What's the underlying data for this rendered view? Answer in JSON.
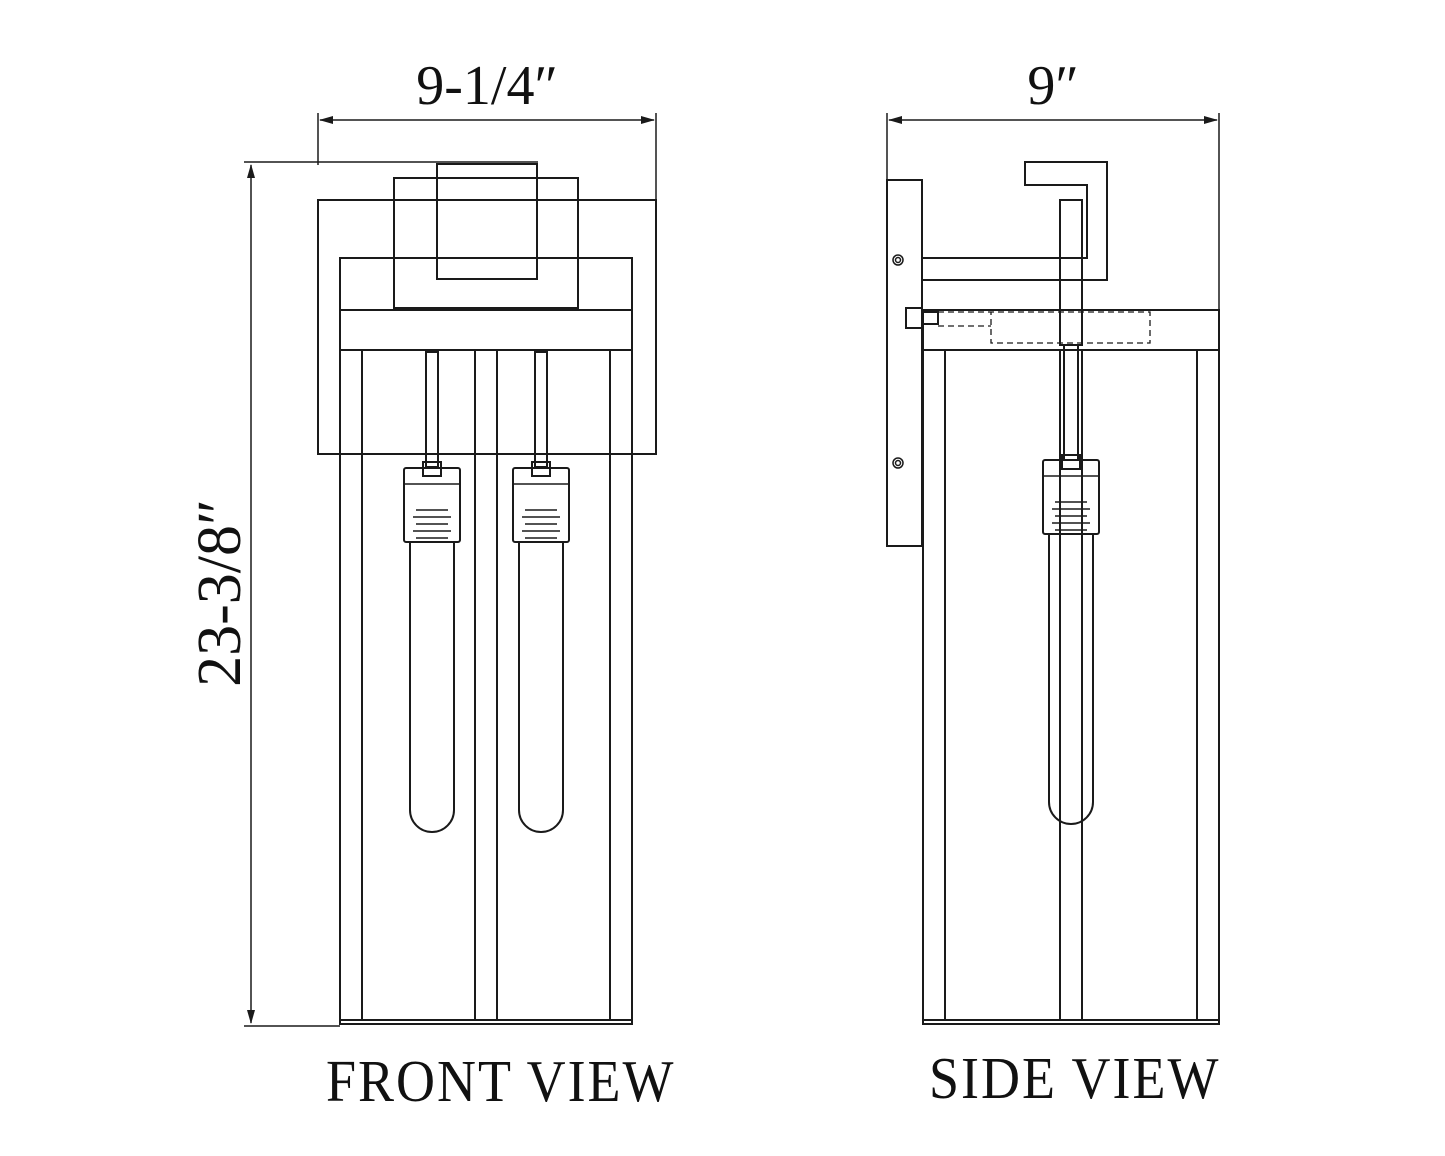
{
  "dimensions": {
    "front_width": "9-1/4″",
    "side_width": "9″",
    "height": "23-3/8″"
  },
  "labels": {
    "front_view": "FRONT VIEW",
    "side_view": "SIDE VIEW"
  },
  "colors": {
    "line": "#1a1a1a",
    "background": "#ffffff"
  }
}
